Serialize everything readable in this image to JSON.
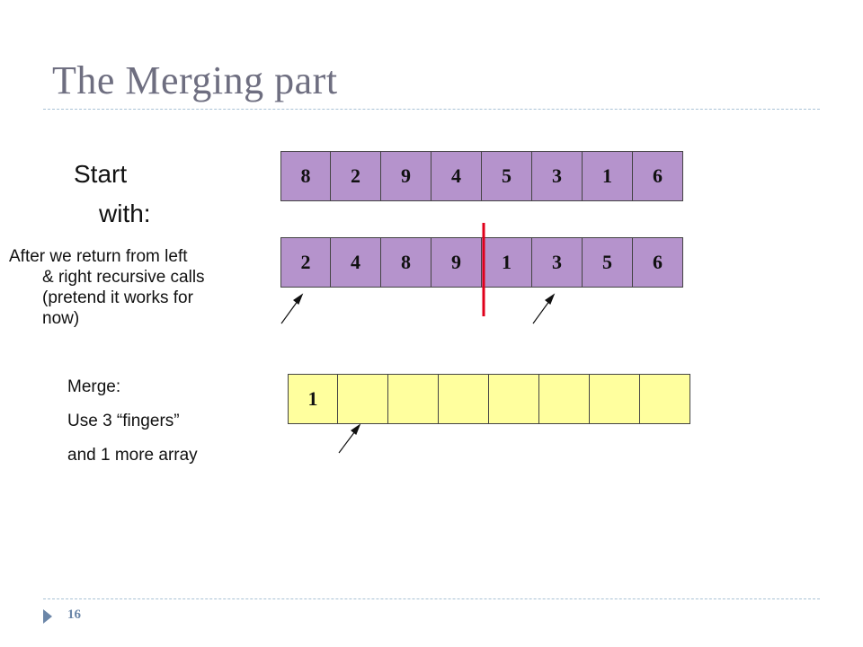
{
  "slide": {
    "title": "The Merging part",
    "page_number": "16"
  },
  "labels": {
    "start_line1": "Start",
    "start_line2": "with:",
    "after_line1": "After we return from left",
    "after_line2": "& right recursive calls",
    "after_line3": "(pretend it works for",
    "after_line4": "now)",
    "merge_1": "Merge:",
    "merge_2": "Use 3 “fingers”",
    "merge_3": "and 1 more array"
  },
  "arrays": {
    "start": [
      "8",
      "2",
      "9",
      "4",
      "5",
      "3",
      "1",
      "6"
    ],
    "after": [
      "2",
      "4",
      "8",
      "9",
      "1",
      "3",
      "5",
      "6"
    ],
    "merged": [
      "1",
      "",
      "",
      "",
      "",
      "",
      "",
      ""
    ]
  },
  "colors": {
    "input_cells": "#b593cc",
    "output_cells": "#ffff9e",
    "split_line": "#e0001b"
  }
}
